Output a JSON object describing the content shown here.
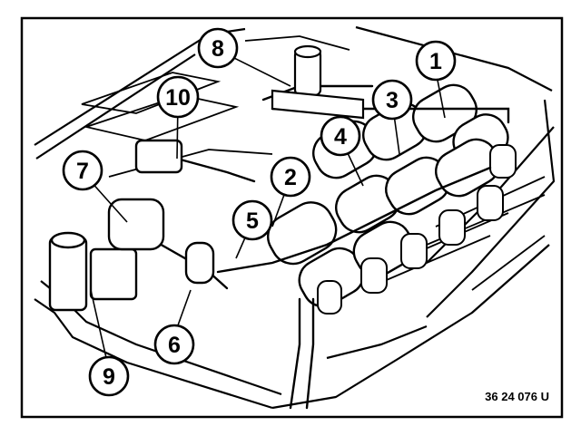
{
  "figure": {
    "reference_code": "36 24 076 U",
    "callouts": [
      "1",
      "2",
      "3",
      "4",
      "5",
      "6",
      "7",
      "8",
      "9",
      "10"
    ]
  }
}
